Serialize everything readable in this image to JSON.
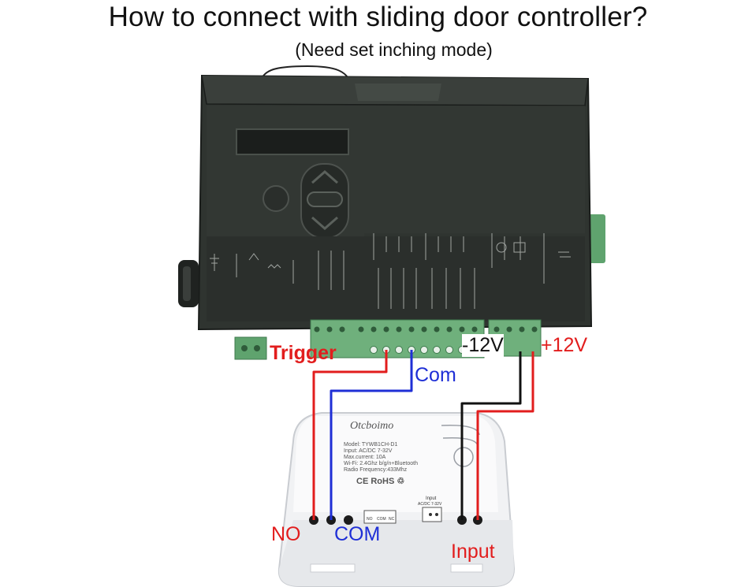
{
  "title": "How to connect with sliding door controller?",
  "subtitle": "(Need set inching mode)",
  "wire_labels": {
    "trigger": "Trigger",
    "com_top": "Com",
    "minus_12v": "-12V",
    "plus_12v": "+12V",
    "no": "NO",
    "com_bottom": "COM",
    "input": "Input"
  },
  "relay_module": {
    "brand": "Otcboimo",
    "spec_lines": [
      "Model: TYWB1CH-D1",
      "Input: AC/DC 7-32V",
      "Max.current: 10A",
      "Wi-Fi: 2.4Ghz b/g/n+Bluetooth",
      "Radio Frequency:433Mhz"
    ],
    "cert": "CE RoHS ♲",
    "terminal_labels": [
      "NO",
      "COM",
      "NC"
    ],
    "input_label": "Input",
    "input_spec": "AC/DC 7-32V"
  },
  "colors": {
    "red_wire": "#e21d1d",
    "blue_wire": "#1f2fd6",
    "black_wire": "#111111",
    "controller_body": "#2f3430",
    "terminal_green": "#5fa36e"
  }
}
